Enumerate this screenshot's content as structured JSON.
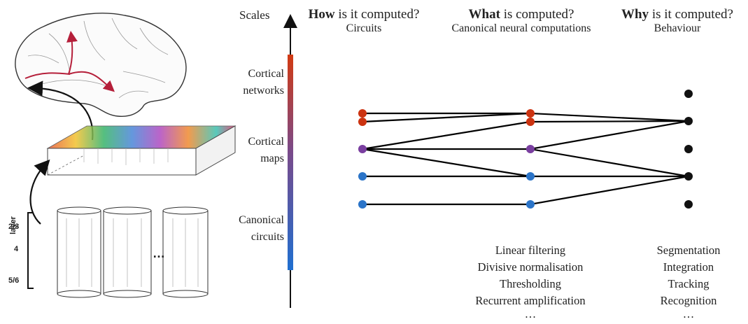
{
  "scales_axis": {
    "label": "Scales",
    "levels": [
      {
        "line1": "Cortical",
        "line2": "networks"
      },
      {
        "line1": "Cortical",
        "line2": "maps"
      },
      {
        "line1": "Canonical",
        "line2": "circuits"
      }
    ]
  },
  "columns": {
    "how": {
      "bold": "How",
      "rest": " is it computed?",
      "sub": "Circuits"
    },
    "what": {
      "bold": "What",
      "rest": " is computed?",
      "sub": "Canonical neural computations"
    },
    "why": {
      "bold": "Why",
      "rest": " is it computed?",
      "sub": "Behaviour"
    }
  },
  "computations": [
    "Linear filtering",
    "Divisive normalisation",
    "Thresholding",
    "Recurrent amplification",
    "…"
  ],
  "behaviours": [
    "Segmentation",
    "Integration",
    "Tracking",
    "Recognition",
    "…"
  ],
  "cortex": {
    "layer_title": "layer",
    "layers": [
      "2/3",
      "4",
      "5/6"
    ],
    "ellipsis": "…"
  },
  "colors": {
    "network_red": "#cc3311",
    "map_purple": "#7a3fa0",
    "circuit_blue": "#2b74c8",
    "pathway_red": "#b51f3a",
    "behaviour_black": "#111111"
  }
}
